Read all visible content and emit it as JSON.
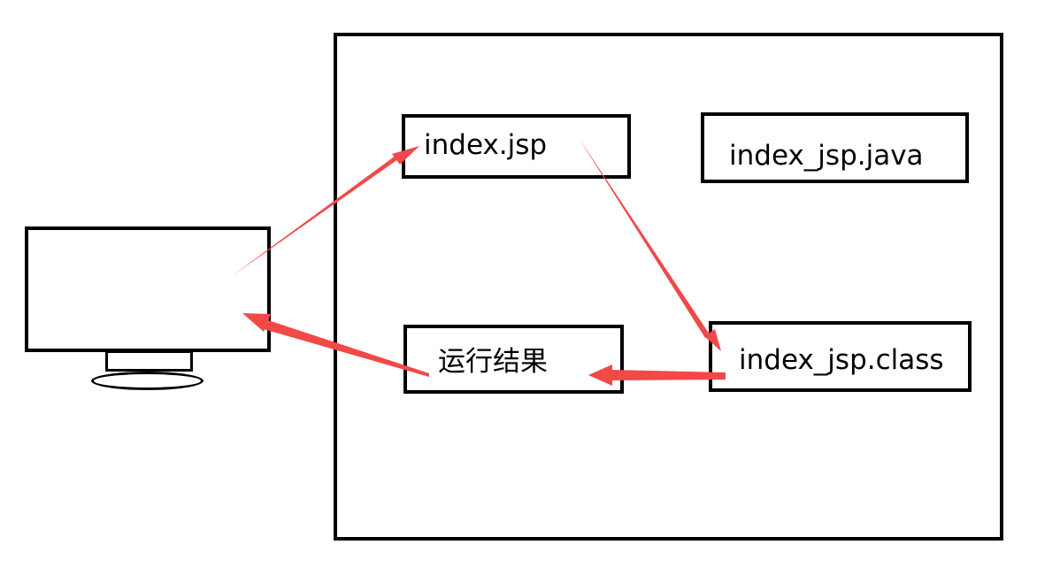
{
  "nodes": {
    "index_jsp": "index.jsp",
    "index_jsp_java": "index_jsp.java",
    "index_jsp_class": "index_jsp.class",
    "result": "运行结果"
  },
  "colors": {
    "arrow": "#f24848",
    "outline": "#000000",
    "background": "#ffffff"
  },
  "icons": {
    "client": "monitor-icon"
  }
}
